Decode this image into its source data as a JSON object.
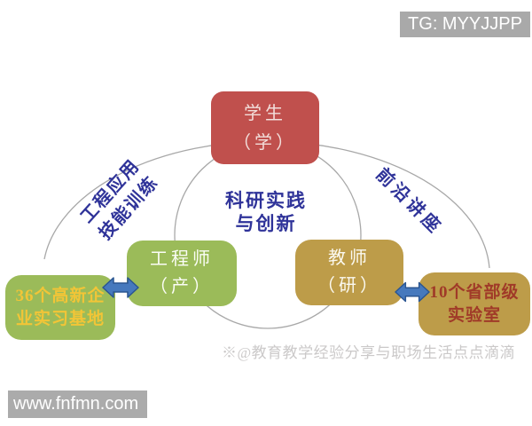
{
  "badges": {
    "tg": "TG: MYYJJPP",
    "site": "www.fnfmn.com"
  },
  "watermark": "※@教育教学经验分享与职场生活点点滴滴",
  "diagram": {
    "center_label": {
      "line1": "科研实践",
      "line2": "与创新"
    },
    "nodes": {
      "student": {
        "line1": "学生",
        "line2": "（学）",
        "color": "#C0504D",
        "text_color": "#F2DEDB"
      },
      "engineer": {
        "line1": "工程师",
        "line2": "（产）",
        "color": "#9BBB59",
        "text_color": "#FBFDF6"
      },
      "teacher": {
        "line1": "教师",
        "line2": "（研）",
        "color": "#BD9C49",
        "text_color": "#FBF9F0"
      },
      "bases": {
        "line1": "36个高新企",
        "line2": "业实习基地",
        "color": "#9BBB59",
        "text_color": "#F2C537"
      },
      "labs": {
        "line1": "10个省部级",
        "line2": "实验室",
        "color": "#BD9C49",
        "text_color": "#A03A28"
      }
    },
    "edge_labels": {
      "left": {
        "line1": "工程应用",
        "line2": "技能训练"
      },
      "right": "前沿讲座"
    },
    "colors": {
      "arrow_blue": "#4679BD",
      "arrow_border": "#2A5591",
      "navy_text": "#2F3399",
      "ring_gray": "#A8A8A8",
      "badge_gray": "#A9A9A9"
    }
  }
}
